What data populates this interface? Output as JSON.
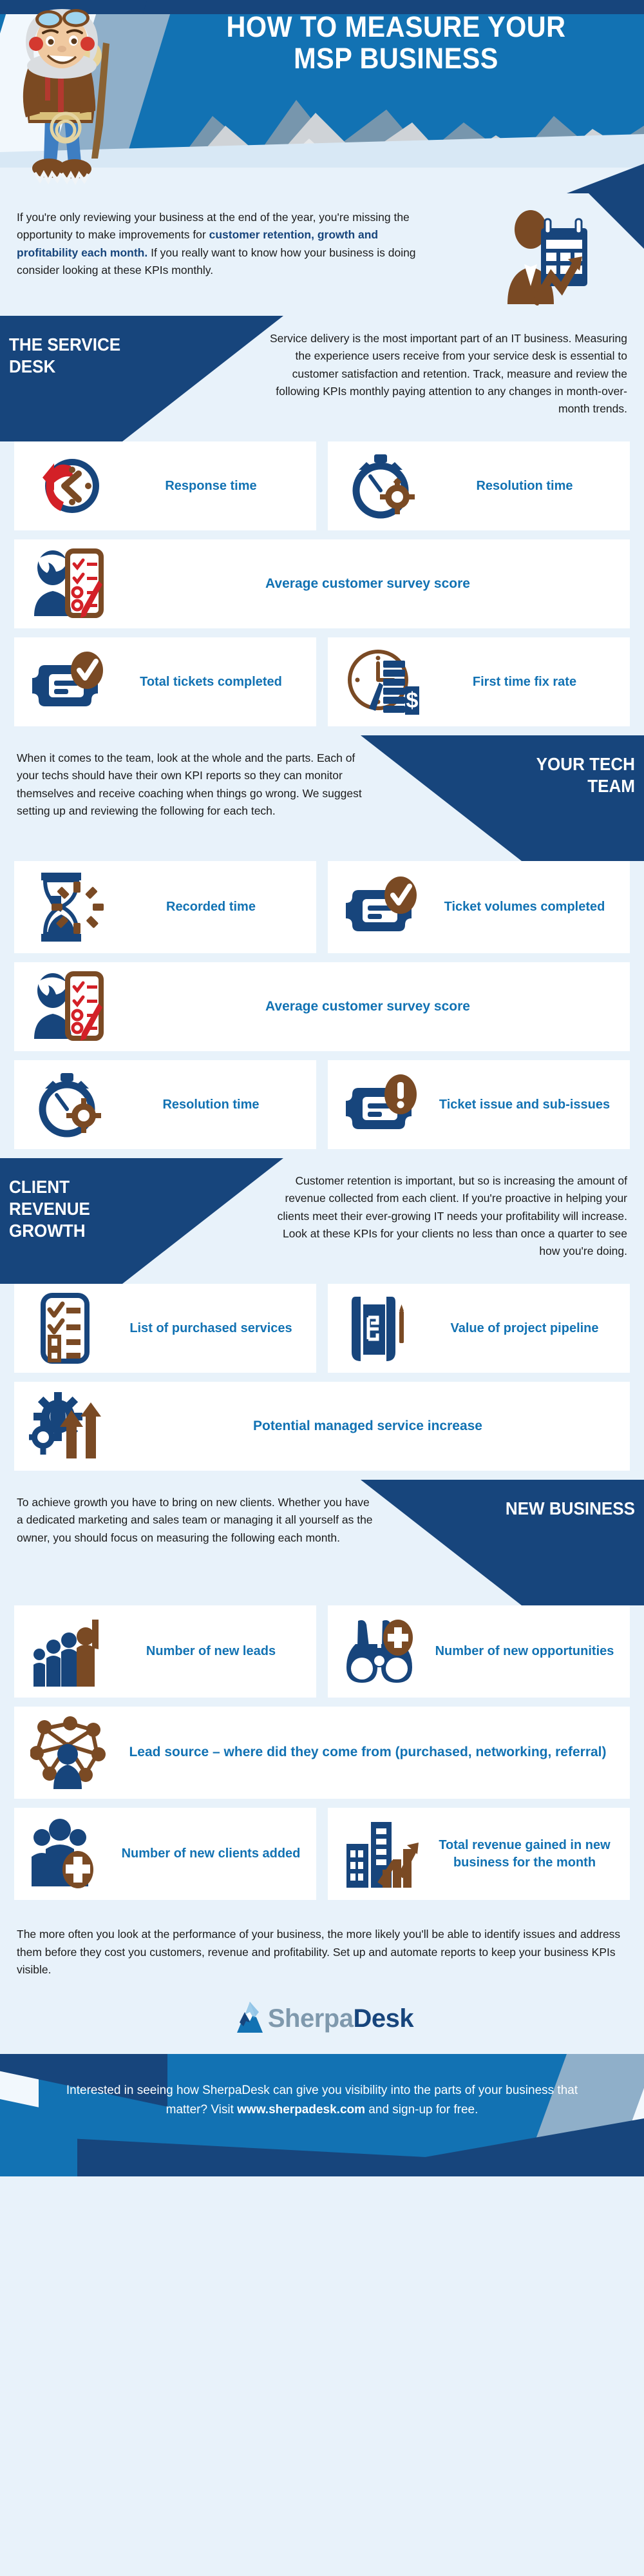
{
  "header": {
    "title_line1": "HOW TO MEASURE YOUR",
    "title_line2": "MSP BUSINESS",
    "climber_icon": "sherpa-climber-illustration",
    "mountains_icon": "mountain-range-illustration"
  },
  "intro": {
    "text_part1": "If you're only reviewing your business at the end of the year, you're missing the opportunity to make improvements for ",
    "highlight": "customer retention, growth and profitability each month.",
    "text_part2": " If you really want to know how your business is doing consider looking at these KPIs monthly.",
    "icon": "businessman-calendar-chart-icon"
  },
  "sections": [
    {
      "title": "THE SERVICE DESK",
      "side": "left",
      "body": "Service delivery is the most important part of an IT business. Measuring the experience users receive from your service desk is essential to customer satisfaction and retention. Track, measure and review the following KPIs monthly paying attention to any changes in month-over-month trends.",
      "cards": [
        {
          "label": "Response time",
          "icon": "clock-arrow-icon",
          "width": "half"
        },
        {
          "label": "Resolution time",
          "icon": "stopwatch-gear-icon",
          "width": "half"
        },
        {
          "label": "Average customer survey score",
          "icon": "person-checklist-pencil-icon",
          "width": "full"
        },
        {
          "label": "Total tickets completed",
          "icon": "ticket-check-icon",
          "width": "half"
        },
        {
          "label": "First time fix rate",
          "icon": "clock-money-icon",
          "width": "half"
        }
      ]
    },
    {
      "title": "YOUR TECH TEAM",
      "side": "right",
      "body": "When it comes to the team, look at the whole and the parts. Each of your techs should have their own KPI reports so they can monitor themselves and receive coaching when things go wrong. We suggest setting up and reviewing the following for each tech.",
      "cards": [
        {
          "label": "Recorded time",
          "icon": "hourglass-timer-icon",
          "width": "half"
        },
        {
          "label": "Ticket volumes completed",
          "icon": "ticket-check-icon",
          "width": "half"
        },
        {
          "label": "Average customer survey score",
          "icon": "person-checklist-pencil-icon",
          "width": "full"
        },
        {
          "label": "Resolution time",
          "icon": "stopwatch-gear-icon",
          "width": "half"
        },
        {
          "label": "Ticket issue and sub-issues",
          "icon": "ticket-exclamation-icon",
          "width": "half"
        }
      ]
    },
    {
      "title": "CLIENT REVENUE GROWTH",
      "side": "left",
      "body": "Customer retention is important, but so is increasing the amount of revenue collected from each client. If you're proactive in helping your clients meet their ever-growing IT needs your profitability will increase. Look at these KPIs for your clients no less than once a quarter to see how you're doing.",
      "cards": [
        {
          "label": "List of purchased services",
          "icon": "checklist-icon",
          "width": "half"
        },
        {
          "label": "Value of project pipeline",
          "icon": "pipeline-blueprint-icon",
          "width": "half"
        },
        {
          "label": "Potential managed service increase",
          "icon": "gear-growth-arrows-icon",
          "width": "full"
        }
      ]
    },
    {
      "title": "NEW BUSINESS",
      "side": "right",
      "body": "To achieve growth you have to bring on new clients. Whether you have a dedicated marketing and sales team or managing it all yourself as the owner, you should focus on measuring the following each month.",
      "cards": [
        {
          "label": "Number of new leads",
          "icon": "people-leader-icon",
          "width": "half"
        },
        {
          "label": "Number of new opportunities",
          "icon": "binoculars-plus-icon",
          "width": "half"
        },
        {
          "label": "Lead source – where did they come from (purchased, networking, referral)",
          "icon": "network-person-icon",
          "width": "full"
        },
        {
          "label": "Number of new clients added",
          "icon": "people-plus-icon",
          "width": "half"
        },
        {
          "label": "Total revenue gained in new business for the month",
          "icon": "buildings-growth-chart-icon",
          "width": "half"
        }
      ]
    }
  ],
  "closing": {
    "text": "The more often you look at the performance of your business, the more likely you'll be able to identify issues and address them before they cost you customers, revenue and profitability. Set up and automate reports to keep your business KPIs visible."
  },
  "logo": {
    "part1": "Sherpa",
    "part2": "Desk",
    "icon": "sherpadesk-mountain-logo-icon"
  },
  "footer": {
    "text_part1": "Interested in seeing how SherpaDesk can give you visibility into the parts of your business that matter? Visit ",
    "url": "www.sherpadesk.com",
    "text_part2": " and sign-up for free."
  },
  "colors": {
    "navy": "#17457c",
    "blue": "#1272b3",
    "brown": "#7a4a24",
    "red": "#d32027",
    "light_bg": "#e8f2fa",
    "steel": "#8fafc9"
  }
}
